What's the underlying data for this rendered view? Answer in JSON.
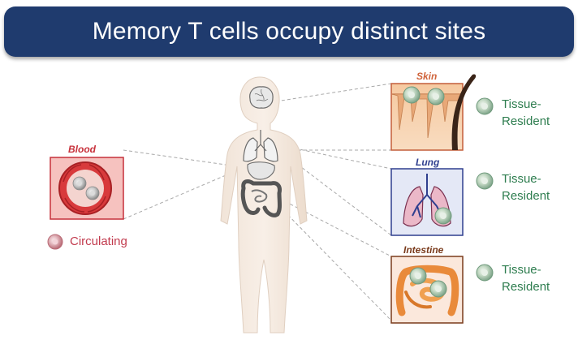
{
  "slide": {
    "title": "Memory T cells occupy distinct sites"
  },
  "sites": {
    "blood": {
      "label": "Blood",
      "cell_type": "Circulating",
      "color": "#c8323c"
    },
    "skin": {
      "label": "Skin",
      "cell_type_line1": "Tissue-",
      "cell_type_line2": "Resident",
      "color": "#d0643c"
    },
    "lung": {
      "label": "Lung",
      "cell_type_line1": "Tissue-",
      "cell_type_line2": "Resident",
      "color": "#2f3f8f"
    },
    "intestine": {
      "label": "Intestine",
      "cell_type_line1": "Tissue-",
      "cell_type_line2": "Resident",
      "color": "#7a3b1c"
    }
  },
  "colors": {
    "title_bar": "#1f3b6e",
    "resident_text": "#2e7d4f",
    "circulating_text": "#c23b4e",
    "resident_cell": "#8fbf9a",
    "circulating_cell": "#d9a0a8"
  }
}
